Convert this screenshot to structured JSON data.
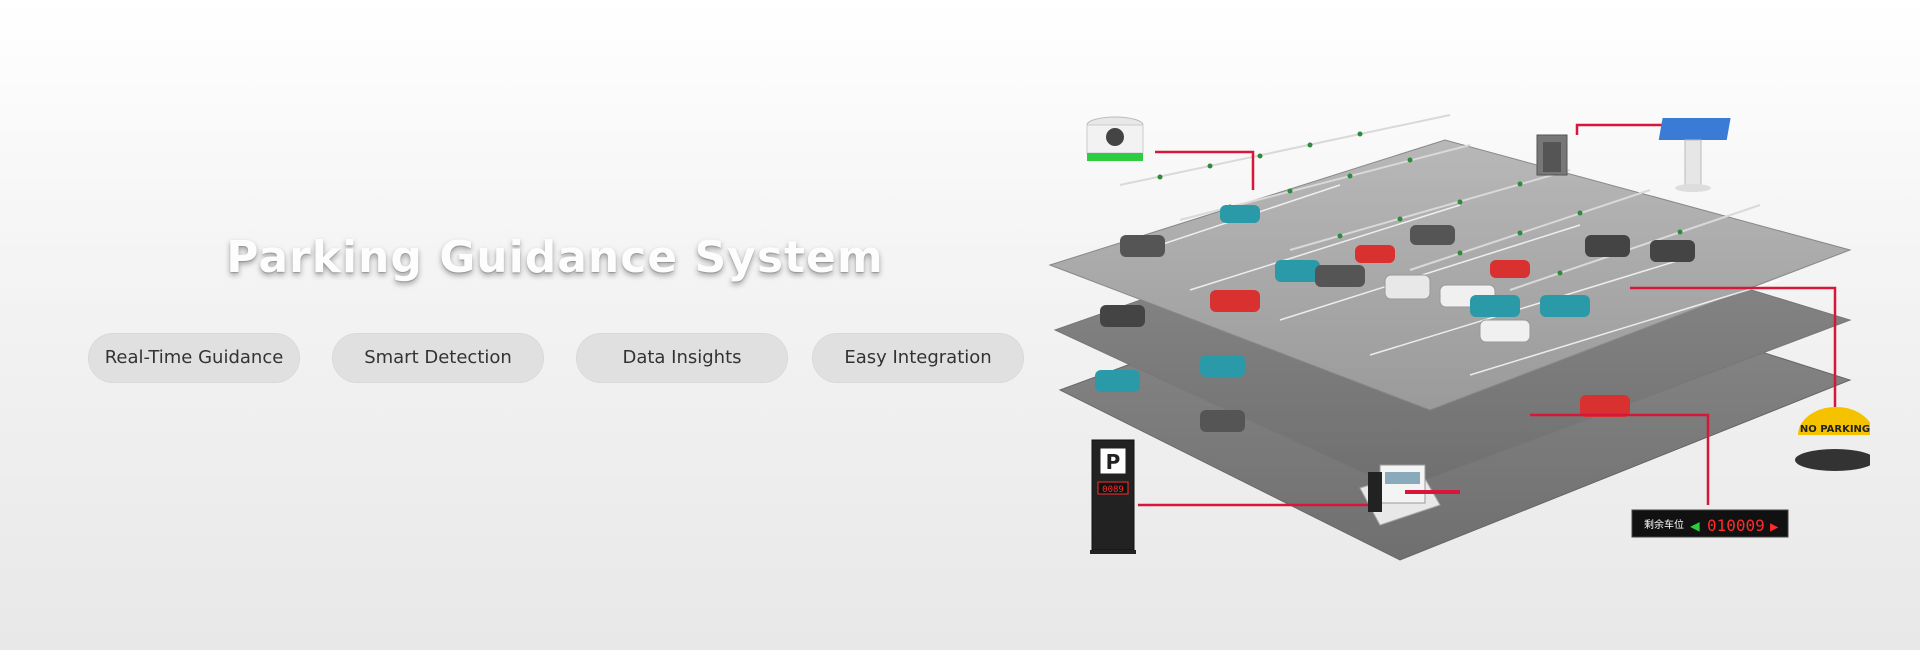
{
  "hero": {
    "title": "Parking Guidance System",
    "features": [
      "Real-Time Guidance",
      "Smart Detection",
      "Data Insights",
      "Easy Integration"
    ]
  },
  "illustration": {
    "no_parking_label": "NO PARKING",
    "entrance_sign_label": "P",
    "entrance_sign_count": "0089",
    "display_label": "剩余车位",
    "display_count": "010009"
  },
  "colors": {
    "accent_line": "#d6173a",
    "pill_bg": "#e0e0e0",
    "lot_floor": "#9a9a9a",
    "led_green": "#2ecc40",
    "led_red": "#ff2a2a"
  },
  "icons": [
    "camera-icon",
    "kiosk-icon",
    "elevator-icon",
    "parking-lock-icon",
    "parking-sign-icon",
    "led-display-icon",
    "toll-booth-icon"
  ]
}
